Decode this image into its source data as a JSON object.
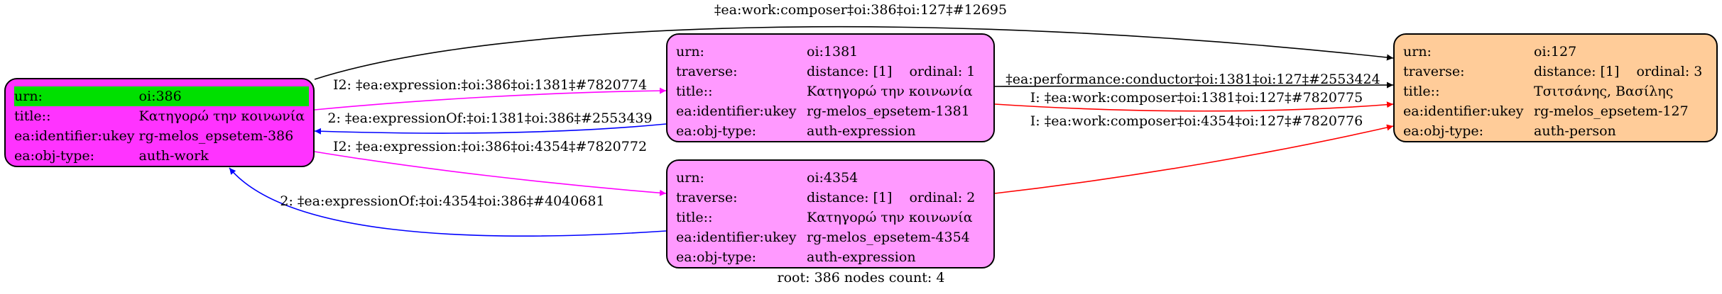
{
  "nodes": {
    "n386": {
      "rows": [
        {
          "k": "urn:",
          "v": "oi:386"
        },
        {
          "k": "title::",
          "v": "Κατηγορώ την κοινωνία"
        },
        {
          "k": "ea:identifier:ukey",
          "v": "rg-melos_epsetem-386"
        },
        {
          "k": "ea:obj-type:",
          "v": "auth-work"
        }
      ],
      "fill": "#ff33ff",
      "highlight": "#00e000"
    },
    "n1381": {
      "rows": [
        {
          "k": "urn:",
          "v": "oi:1381"
        },
        {
          "k": "traverse:",
          "v": "distance: [1]",
          "v2": "ordinal: 1"
        },
        {
          "k": "title::",
          "v": "Κατηγορώ την κοινωνία"
        },
        {
          "k": "ea:identifier:ukey",
          "v": "rg-melos_epsetem-1381"
        },
        {
          "k": "ea:obj-type:",
          "v": "auth-expression"
        }
      ],
      "fill": "#ff99ff"
    },
    "n4354": {
      "rows": [
        {
          "k": "urn:",
          "v": "oi:4354"
        },
        {
          "k": "traverse:",
          "v": "distance: [1]",
          "v2": "ordinal: 2"
        },
        {
          "k": "title::",
          "v": "Κατηγορώ την κοινωνία"
        },
        {
          "k": "ea:identifier:ukey",
          "v": "rg-melos_epsetem-4354"
        },
        {
          "k": "ea:obj-type:",
          "v": "auth-expression"
        }
      ],
      "fill": "#ff99ff"
    },
    "n127": {
      "rows": [
        {
          "k": "urn:",
          "v": "oi:127"
        },
        {
          "k": "traverse:",
          "v": "distance: [1]",
          "v2": "ordinal: 3"
        },
        {
          "k": "title::",
          "v": "Τσιτσάνης, Βασίλης"
        },
        {
          "k": "ea:identifier:ukey",
          "v": "rg-melos_epsetem-127"
        },
        {
          "k": "ea:obj-type:",
          "v": "auth-person"
        }
      ],
      "fill": "#ffcc99"
    }
  },
  "edges": {
    "e1": {
      "label": "‡ea:work:composer‡oi:386‡oi:127‡#12695",
      "color": "#000000"
    },
    "e2": {
      "label": "I2: ‡ea:expression:‡oi:386‡oi:1381‡#7820774",
      "color": "#ff00ff"
    },
    "e3": {
      "label": "2: ‡ea:expressionOf:‡oi:1381‡oi:386‡#2553439",
      "color": "#0000ff"
    },
    "e4": {
      "label": "I2: ‡ea:expression:‡oi:386‡oi:4354‡#7820772",
      "color": "#ff00ff"
    },
    "e5": {
      "label": "2: ‡ea:expressionOf:‡oi:4354‡oi:386‡#4040681",
      "color": "#0000ff"
    },
    "e6": {
      "label": "‡ea:performance:conductor‡oi:1381‡oi:127‡#2553424",
      "color": "#000000"
    },
    "e7": {
      "label": "I: ‡ea:work:composer‡oi:1381‡oi:127‡#7820775",
      "color": "#ff0000"
    },
    "e8": {
      "label": "I: ‡ea:work:composer‡oi:4354‡oi:127‡#7820776",
      "color": "#ff0000"
    }
  },
  "footer": "root: 386 nodes count: 4"
}
